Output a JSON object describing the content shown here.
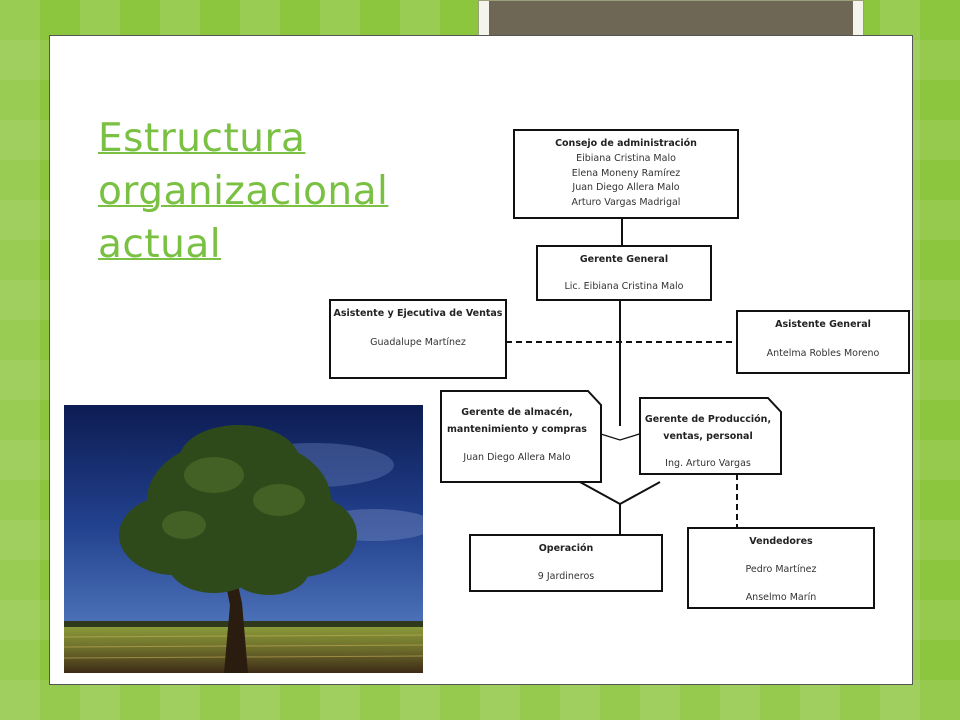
{
  "slide": {
    "title": "Estructura organizacional actual"
  },
  "org": {
    "consejo": {
      "title": "Consejo de administración",
      "members": [
        "Eibiana Cristina Malo",
        "Elena Moneny Ramírez",
        "Juan Diego Allera Malo",
        "Arturo Vargas Madrigal"
      ]
    },
    "gerente_general": {
      "title": "Gerente General",
      "name": "Lic. Eibiana Cristina Malo"
    },
    "asistente_ventas": {
      "title": "Asistente y Ejecutiva de Ventas",
      "name": "Guadalupe Martínez"
    },
    "asistente_general": {
      "title": "Asistente General",
      "name": "Antelma Robles Moreno"
    },
    "gerente_almacen": {
      "title_lines": [
        "Gerente de almacén,",
        "mantenimiento y compras"
      ],
      "name": "Juan Diego Allera Malo"
    },
    "gerente_produccion": {
      "title_lines": [
        "Gerente de Producción,",
        "ventas, personal"
      ],
      "name": "Ing. Arturo Vargas"
    },
    "operacion": {
      "title": "Operación",
      "name": "9 Jardineros"
    },
    "vendedores": {
      "title": "Vendedores",
      "members": [
        "Pedro Martínez",
        "Anselmo Marín"
      ]
    }
  },
  "colors": {
    "background": "#8cc63f",
    "title": "#7ac143",
    "tab": "#6e6756"
  }
}
